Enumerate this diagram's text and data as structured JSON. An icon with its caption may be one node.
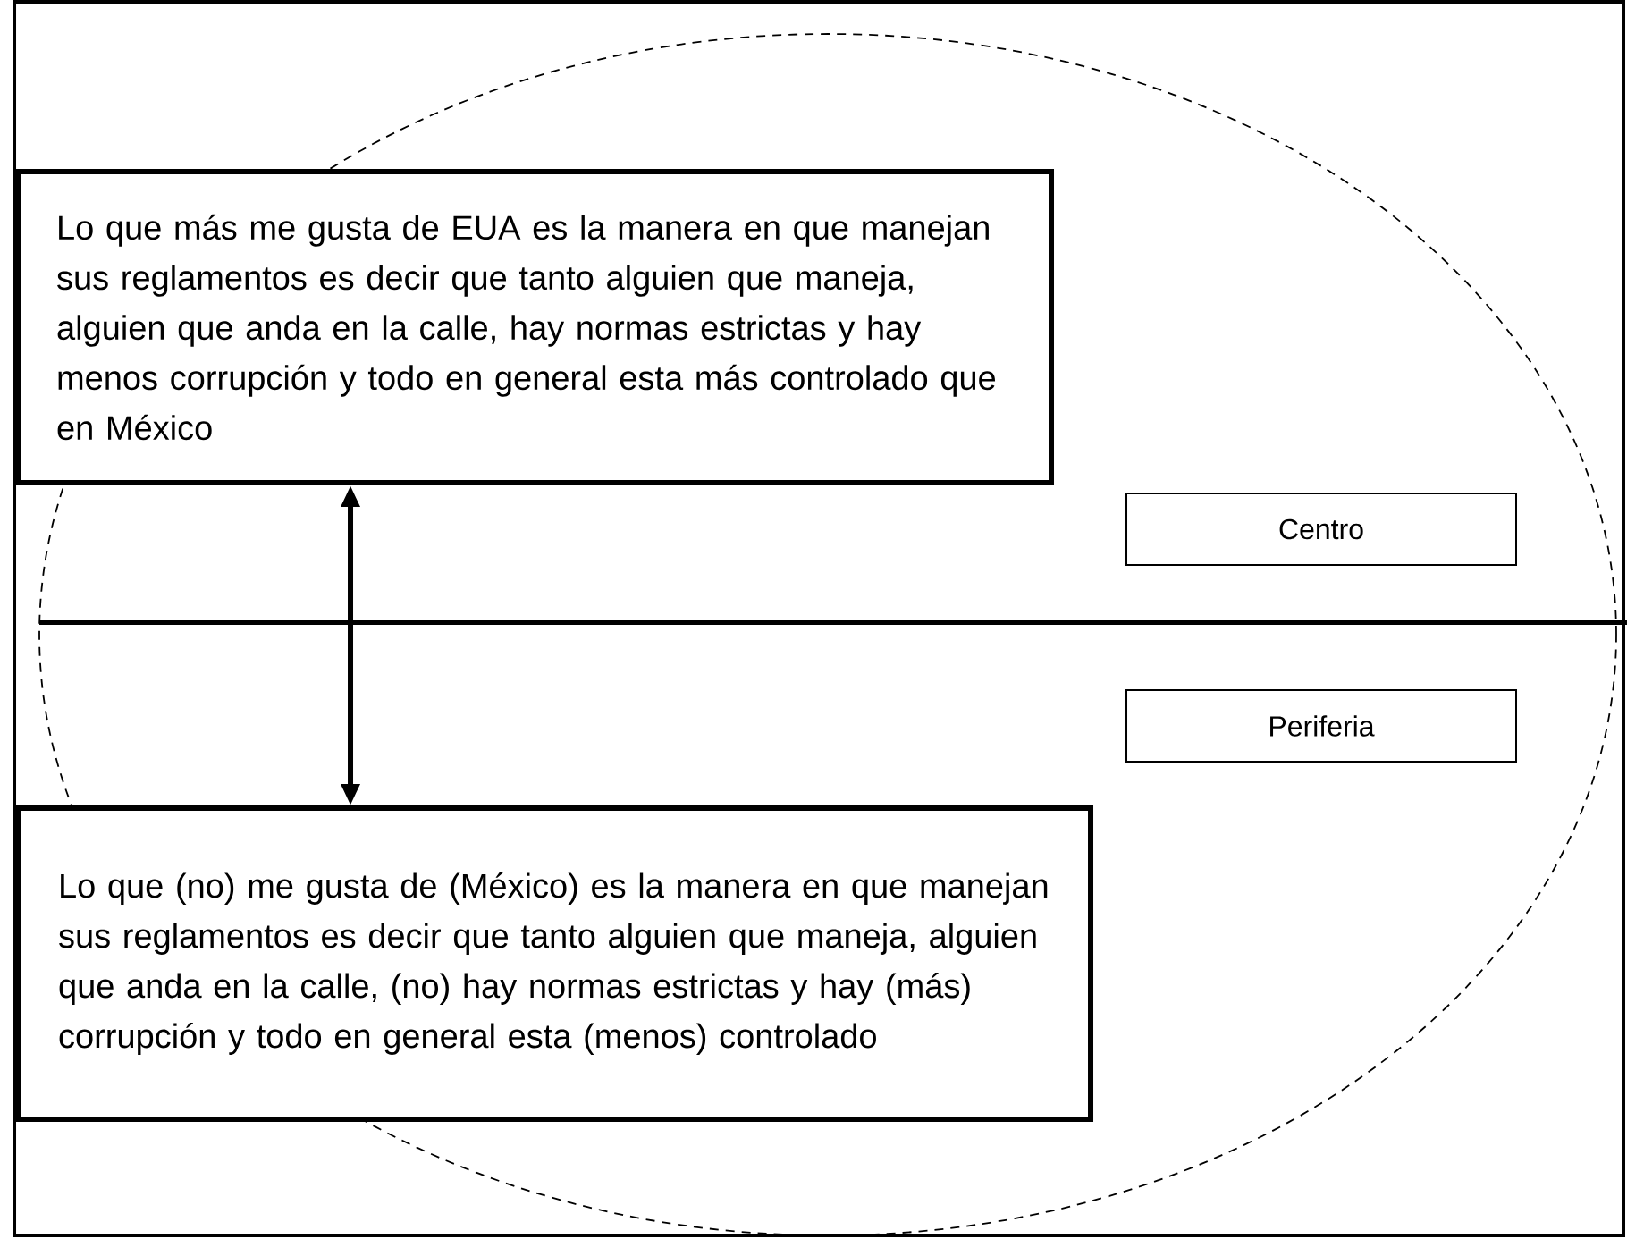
{
  "diagram": {
    "nodes": [
      {
        "text": [
          "Lo que más me gusta de EUA es la manera en que manejan sus reglamentos es decir que tanto alguien que maneja, alguien que anda en la calle, hay normas estrictas y hay menos corrupción y todo en general esta más controlado que en México"
        ]
      },
      {
        "text": [
          "Centro"
        ]
      },
      {
        "text": [
          "Periferia"
        ]
      },
      {
        "text": [
          "Lo que (no) me gusta de (México) es la manera en que manejan sus reglamentos es decir que tanto alguien que maneja, alguien que anda en la calle, (no) hay normas estrictas y hay (más) corrupción y todo en general esta (menos) controlado"
        ]
      }
    ],
    "edges": [
      {
        "from": 0,
        "to": 3,
        "arrow": "both"
      }
    ]
  }
}
